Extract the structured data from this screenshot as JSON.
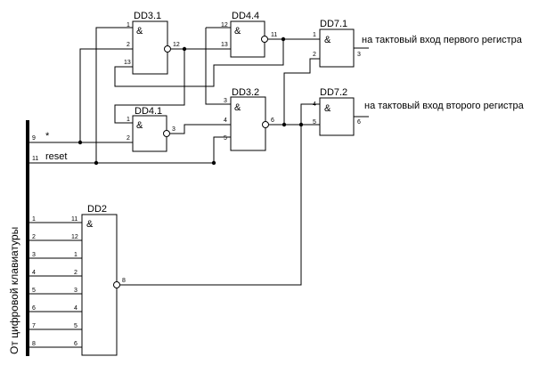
{
  "gates": {
    "dd3_1": {
      "label": "DD3.1",
      "symbol": "&",
      "pins": [
        "1",
        "2",
        "13",
        "12"
      ]
    },
    "dd4_4": {
      "label": "DD4.4",
      "symbol": "&",
      "pins": [
        "12",
        "13",
        "11"
      ]
    },
    "dd7_1": {
      "label": "DD7.1",
      "symbol": "&",
      "pins": [
        "1",
        "2",
        "3"
      ]
    },
    "dd4_1": {
      "label": "DD4.1",
      "symbol": "&",
      "pins": [
        "1",
        "2",
        "3"
      ]
    },
    "dd3_2": {
      "label": "DD3.2",
      "symbol": "&",
      "pins": [
        "3",
        "4",
        "5",
        "6"
      ]
    },
    "dd7_2": {
      "label": "DD7.2",
      "symbol": "&",
      "pins": [
        "4",
        "5",
        "6"
      ]
    },
    "dd2": {
      "label": "DD2",
      "symbol": "&",
      "in_pins": [
        "11",
        "12",
        "1",
        "2",
        "3",
        "4",
        "5",
        "6"
      ],
      "out_pin": "8"
    }
  },
  "outputs": {
    "first": "на тактовый вход первого регистра",
    "second": "на тактовый вход второго регистра"
  },
  "bus": {
    "label": "От цифровой клавиатуры",
    "sig9_pin": "9",
    "sig9_name": "*",
    "sig11_pin": "11",
    "sig11_name": "reset",
    "lines": [
      "1",
      "2",
      "3",
      "4",
      "5",
      "6",
      "7",
      "8"
    ]
  }
}
